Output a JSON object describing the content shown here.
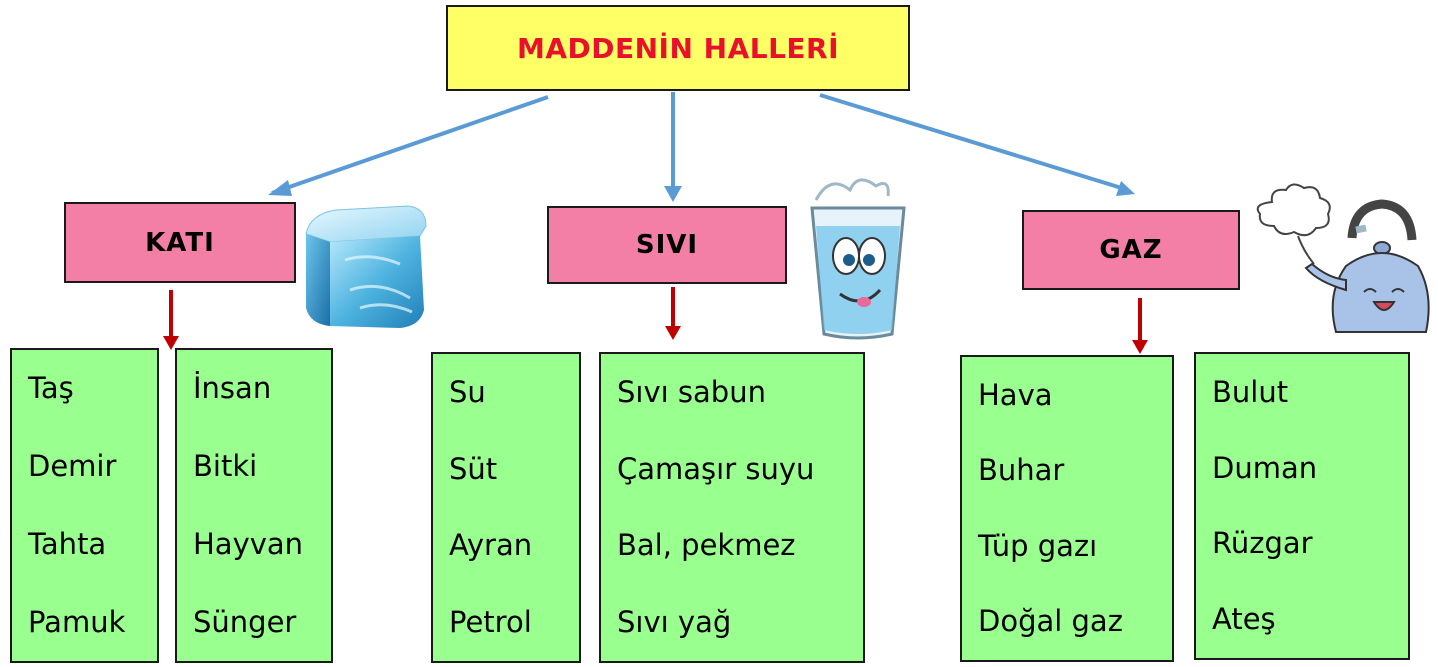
{
  "title": "MADDENİN HALLERİ",
  "colors": {
    "title_bg": "#ffff66",
    "title_text": "#e8102a",
    "category_bg": "#f47fa6",
    "list_bg": "#99ff8f",
    "blue_arrow": "#5b9bd5",
    "red_arrow": "#c00000"
  },
  "categories": [
    {
      "label": "KATI",
      "icon": "ice-cube-icon",
      "lists": [
        [
          "Taş",
          "Demir",
          "Tahta",
          "Pamuk"
        ],
        [
          "İnsan",
          "Bitki",
          "Hayvan",
          "Sünger"
        ]
      ]
    },
    {
      "label": "SIVI",
      "icon": "water-glass-icon",
      "lists": [
        [
          "Su",
          "Süt",
          "Ayran",
          "Petrol"
        ],
        [
          "Sıvı sabun",
          "Çamaşır suyu",
          "Bal, pekmez",
          "Sıvı yağ"
        ]
      ]
    },
    {
      "label": "GAZ",
      "icon": "steaming-kettle-icon",
      "lists": [
        [
          "Hava",
          "Buhar",
          "Tüp gazı",
          "Doğal gaz"
        ],
        [
          "Bulut",
          "Duman",
          "Rüzgar",
          "Ateş"
        ]
      ]
    }
  ]
}
